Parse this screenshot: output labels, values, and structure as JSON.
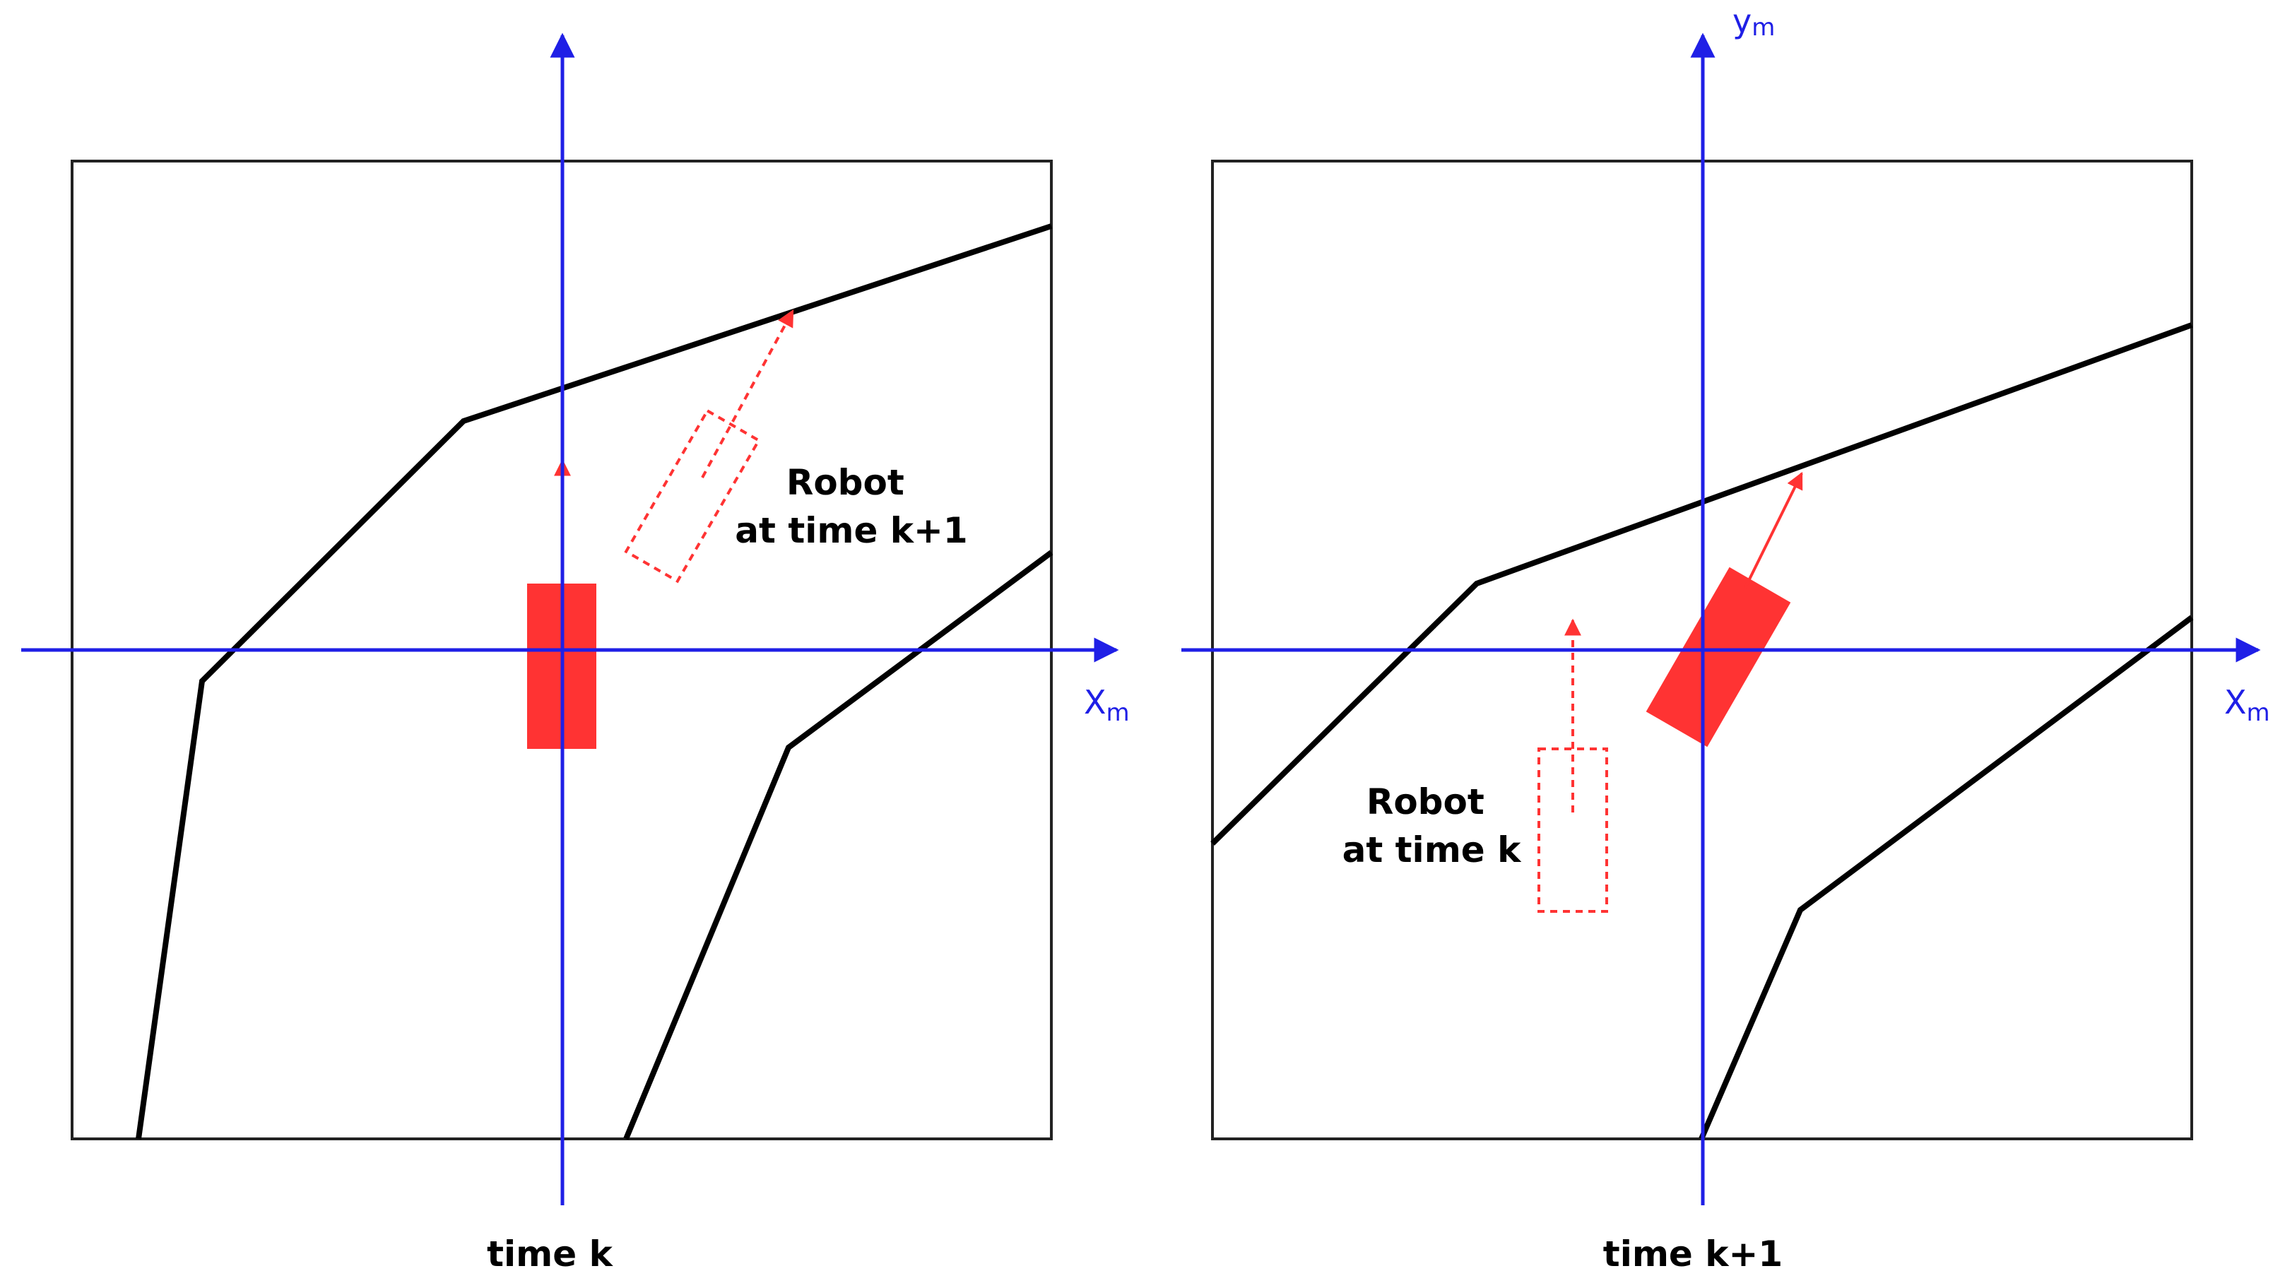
{
  "colors": {
    "axis": "#1f1fe6",
    "robot": "#ff3333",
    "wall": "#000000",
    "frame": "#222222"
  },
  "panels": [
    {
      "caption": "time k",
      "robot_label_line1": "Robot",
      "robot_label_line2": "at time k+1",
      "x_axis_label": "X",
      "x_axis_sub": "m",
      "y_axis_label": "",
      "y_axis_sub": ""
    },
    {
      "caption": "time k+1",
      "robot_label_line1": "Robot",
      "robot_label_line2": "at time k",
      "x_axis_label": "X",
      "x_axis_sub": "m",
      "y_axis_label": "y",
      "y_axis_sub": "m"
    }
  ]
}
